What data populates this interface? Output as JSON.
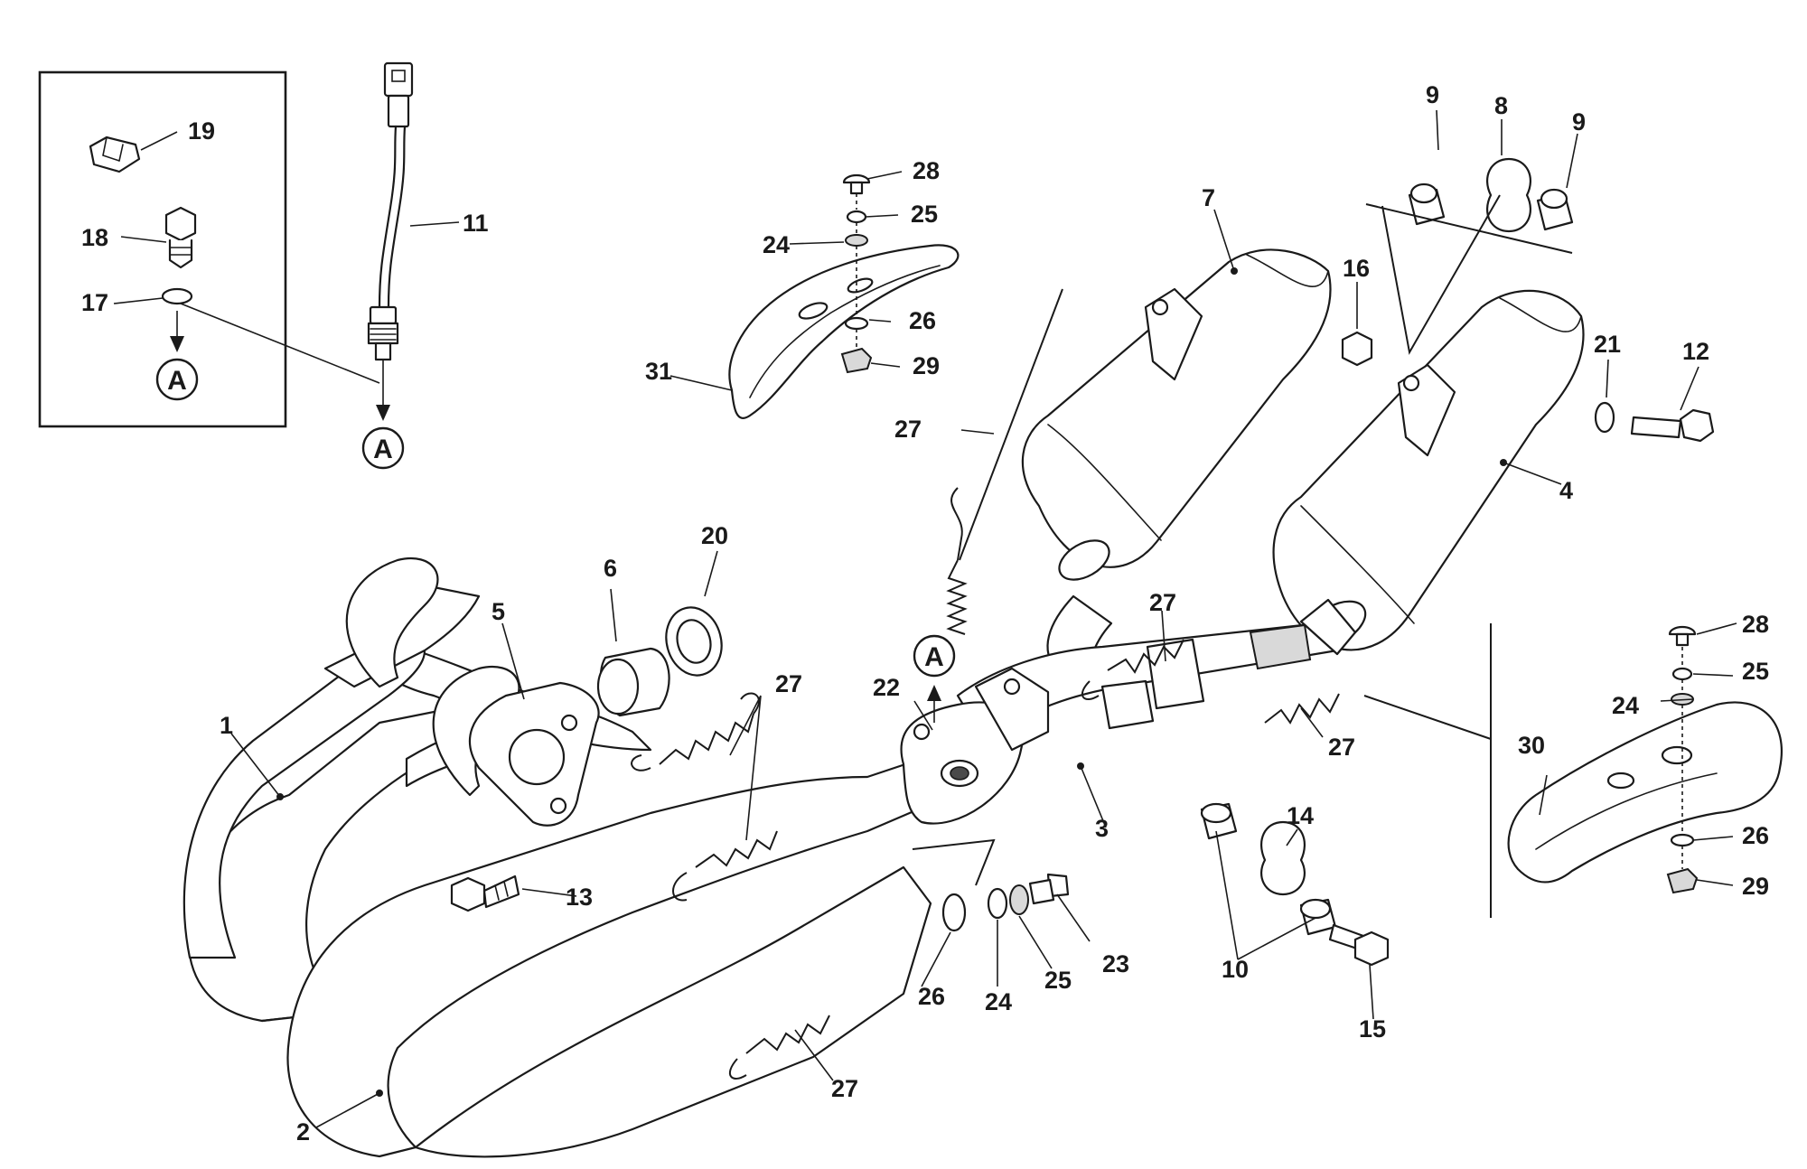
{
  "callouts": {
    "c1": "1",
    "c2": "2",
    "c3": "3",
    "c4": "4",
    "c5": "5",
    "c6": "6",
    "c7": "7",
    "c8": "8",
    "c9a": "9",
    "c9b": "9",
    "c10": "10",
    "c11": "11",
    "c12": "12",
    "c13": "13",
    "c14": "14",
    "c15": "15",
    "c16": "16",
    "c17": "17",
    "c18": "18",
    "c19": "19",
    "c20": "20",
    "c21": "21",
    "c22": "22",
    "c23": "23",
    "c24a": "24",
    "c24b": "24",
    "c24c": "24",
    "c25a": "25",
    "c25b": "25",
    "c25c": "25",
    "c26a": "26",
    "c26b": "26",
    "c26c": "26",
    "c27a": "27",
    "c27b": "27",
    "c27c": "27",
    "c27d": "27",
    "c27e": "27",
    "c28a": "28",
    "c28b": "28",
    "c29a": "29",
    "c29b": "29",
    "c30": "30",
    "c31": "31"
  },
  "references": {
    "ref_a_inset": "A",
    "ref_a_sensor": "A",
    "ref_a_header": "A"
  }
}
